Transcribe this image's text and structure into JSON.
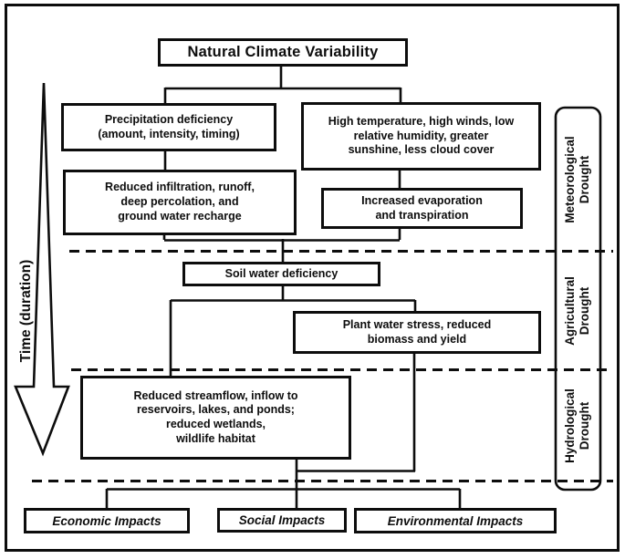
{
  "figure": {
    "title": "Natural Climate Variability",
    "time_axis": {
      "label": "Time (duration)"
    },
    "flow_boxes": {
      "precipitation_deficiency": "Precipitation deficiency\n(amount, intensity, timing)",
      "atmospheric_conditions": "High temperature, high winds, low\nrelative humidity, greater\nsunshine, less cloud cover",
      "reduced_infiltration": "Reduced infiltration, runoff,\ndeep percolation, and\nground water recharge",
      "increased_evaporation": "Increased evaporation\nand transpiration",
      "soil_water_deficiency": "Soil water deficiency",
      "plant_water_stress": "Plant water stress, reduced\nbiomass and yield",
      "reduced_streamflow": "Reduced streamflow, inflow to\nreservoirs, lakes, and ponds;\nreduced wetlands,\nwildlife habitat"
    },
    "drought_stages": [
      {
        "label": "Meteorological\nDrought"
      },
      {
        "label": "Agricultural\nDrought"
      },
      {
        "label": "Hydrological\nDrought"
      }
    ],
    "impacts": [
      {
        "label": "Economic Impacts"
      },
      {
        "label": "Social Impacts"
      },
      {
        "label": "Environmental Impacts"
      }
    ],
    "colors": {
      "line": "#0d0d0d",
      "background": "#ffffff"
    }
  }
}
